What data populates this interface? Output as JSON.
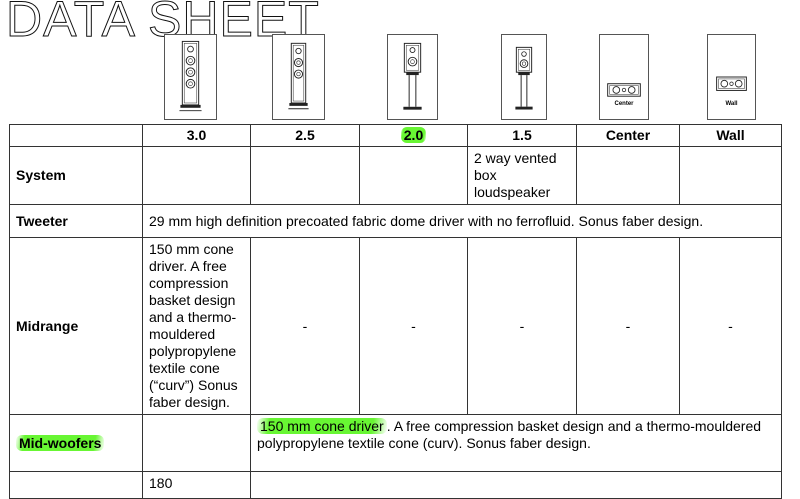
{
  "title": "DATA SHEET",
  "highlight_color": "#5ff52a",
  "thumbnails": [
    {
      "model": "3.0",
      "icon": "floorstanding-speaker-icon",
      "caption": ""
    },
    {
      "model": "2.5",
      "icon": "floorstanding-speaker-icon",
      "caption": ""
    },
    {
      "model": "2.0",
      "icon": "stand-mounted-speaker-icon",
      "caption": ""
    },
    {
      "model": "1.5",
      "icon": "stand-mounted-speaker-icon",
      "caption": ""
    },
    {
      "model": "Center",
      "icon": "center-speaker-icon",
      "caption": "Center"
    },
    {
      "model": "Wall",
      "icon": "wall-speaker-icon",
      "caption": "Wall"
    }
  ],
  "table": {
    "headers": [
      "",
      "3.0",
      "2.5",
      "2.0",
      "1.5",
      "Center",
      "Wall"
    ],
    "highlighted_header": "2.0",
    "rows": {
      "system": {
        "label": "System",
        "cells": [
          "",
          "",
          "",
          "2 way vented box loudspeaker",
          "",
          ""
        ]
      },
      "tweeter": {
        "label": "Tweeter",
        "merged": "29 mm high definition precoated fabric dome driver with no ferrofluid. Sonus faber design."
      },
      "midrange": {
        "label": "Midrange",
        "cells": [
          "150 mm cone driver. A free compression basket design and a thermo-mouldered polypropylene textile cone (“curv”) Sonus faber design.",
          "-",
          "-",
          "-",
          "-",
          "-"
        ]
      },
      "midwoofers": {
        "label": "Mid-woofers",
        "first_cell": "",
        "merged_highlight": "150 mm cone driver",
        "merged_rest": ". A free compression basket design and a thermo-mouldered polypropylene textile cone (curv). Sonus faber design."
      },
      "partial": {
        "text": "180"
      }
    }
  }
}
